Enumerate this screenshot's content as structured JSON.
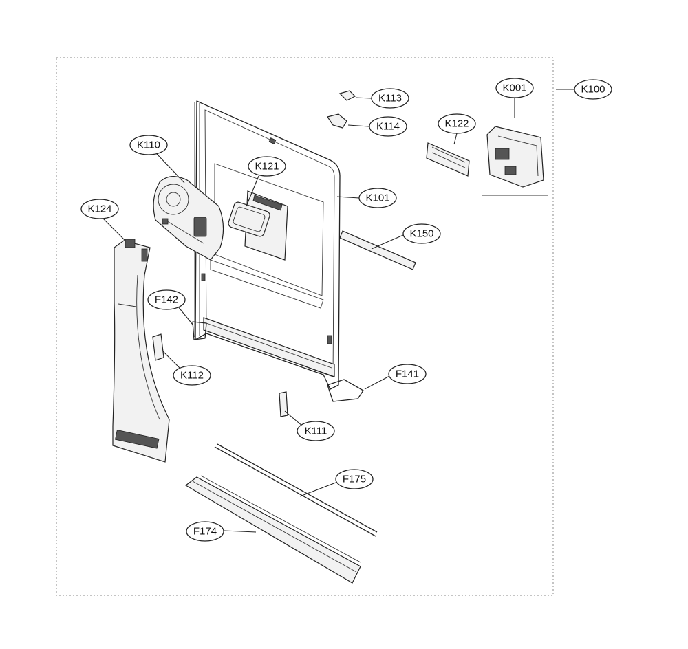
{
  "callouts": {
    "k001": "K001",
    "k100": "K100",
    "k113": "K113",
    "k114": "K114",
    "k122": "K122",
    "k110": "K110",
    "k121": "K121",
    "k101": "K101",
    "k124": "K124",
    "k150": "K150",
    "f142": "F142",
    "k112": "K112",
    "f141": "F141",
    "k111": "K111",
    "f175": "F175",
    "f174": "F174"
  }
}
